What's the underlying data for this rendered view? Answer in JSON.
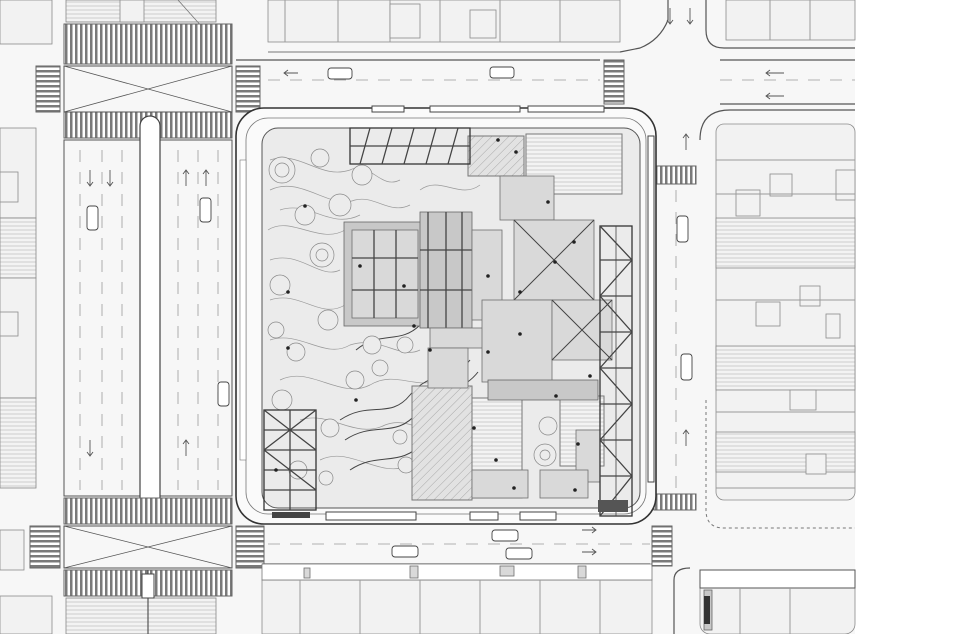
{
  "plan": {
    "colors": {
      "paper": "#ffffff",
      "road": "#f7f7f7",
      "site_ground": "#ebebeb",
      "roof": "#d9d9d9",
      "line": "#444444"
    },
    "features": [
      "site-block",
      "landscape-contours",
      "central-building",
      "steel-canopy",
      "adjacent-blocks",
      "streets",
      "crosswalks",
      "vehicles",
      "trees"
    ]
  }
}
